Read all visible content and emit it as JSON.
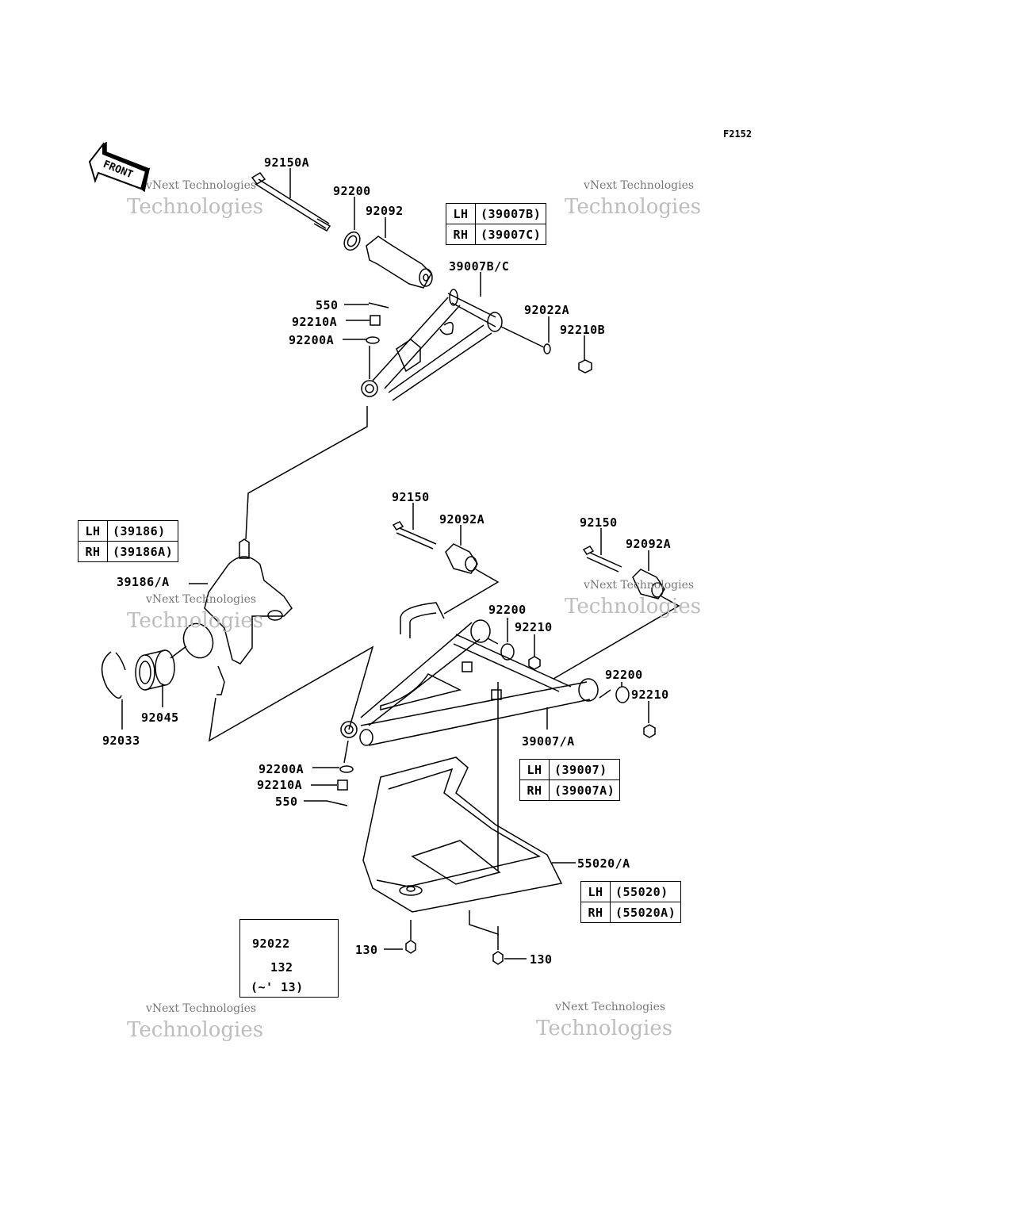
{
  "diagram_code": "F2152",
  "front_arrow": "FRONT",
  "watermark": {
    "line1": "vNext Technologies",
    "line2": "vNext",
    "line3": "Technologies"
  },
  "labels": {
    "bolt_upper": "92150A",
    "washer_upper": "92200",
    "bushing_upper": "92092",
    "upper_arm": "39007B/C",
    "washer_92022a": "92022A",
    "nut_92210b": "92210B",
    "pin_upper": "550",
    "castle_nut_upper": "92210A",
    "washer_upper_a": "92200A",
    "knuckle": "39186/A",
    "bolt_lower_1": "92150",
    "bushing_lower_1": "92092A",
    "bolt_lower_2": "92150",
    "bushing_lower_2": "92092A",
    "washer_lower_1": "92200",
    "nut_lower_1": "92210",
    "washer_lower_2": "92200",
    "nut_lower_2": "92210",
    "bearing": "92045",
    "circlip": "92033",
    "lower_arm": "39007/A",
    "washer_lower_a": "92200A",
    "castle_nut_lower": "92210A",
    "pin_lower": "550",
    "guard": "55020/A",
    "bolt_130_left": "130",
    "bolt_130_right": "130"
  },
  "tables": {
    "upper_arm": {
      "lh": "LH",
      "lh_part": "(39007B)",
      "rh": "RH",
      "rh_part": "(39007C)"
    },
    "knuckle": {
      "lh": "LH",
      "lh_part": "(39186)",
      "rh": "RH",
      "rh_part": "(39186A)"
    },
    "lower_arm": {
      "lh": "LH",
      "lh_part": "(39007)",
      "rh": "RH",
      "rh_part": "(39007A)"
    },
    "guard": {
      "lh": "LH",
      "lh_part": "(55020)",
      "rh": "RH",
      "rh_part": "(55020A)"
    }
  },
  "note_box": {
    "item1": "92022",
    "item2": "132",
    "years": "(~' 13)"
  }
}
